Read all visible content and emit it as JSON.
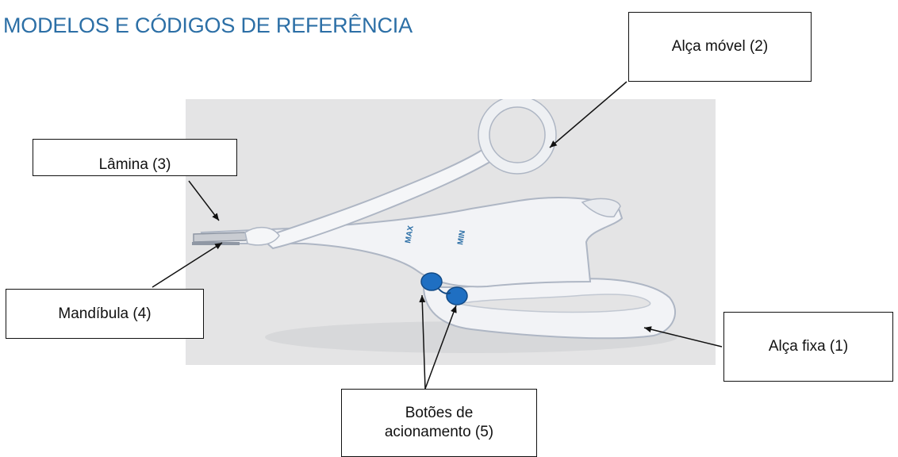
{
  "heading": "MODELOS E CÓDIGOS DE REFERÊNCIA",
  "colors": {
    "heading": "#2c6fa6",
    "device_body": "#f2f3f6",
    "device_outline": "#aeb6c4",
    "buttons": "#1f6fc2",
    "photo_background": "#e4e4e5"
  },
  "photo": {
    "marks": {
      "max": "MAX",
      "min": "MIN"
    }
  },
  "callouts": {
    "alca_movel": "Alça móvel (2)",
    "lamina": "Lâmina (3)",
    "mandibula": "Mandíbula (4)",
    "alca_fixa": "Alça fixa (1)",
    "botoes_line1": "Botões de",
    "botoes_line2": "acionamento (5)"
  }
}
